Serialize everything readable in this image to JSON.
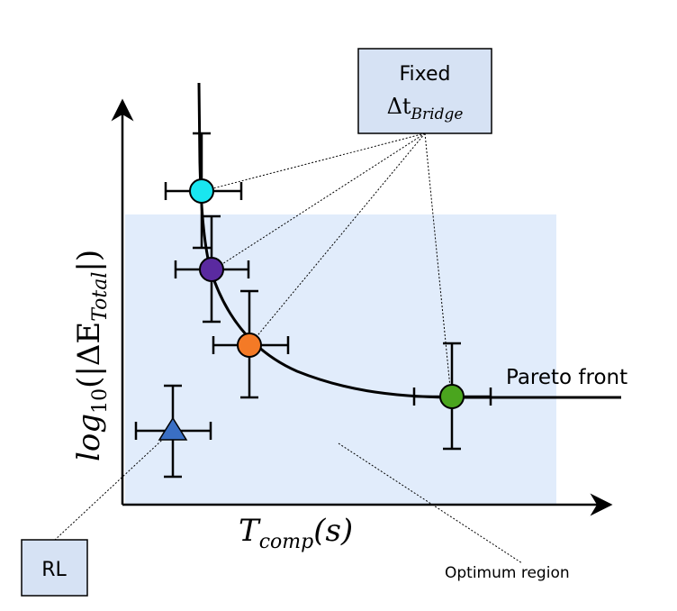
{
  "diagram": {
    "xlabel": {
      "base": "T",
      "sub": "comp",
      "tail": "(s)"
    },
    "ylabel": {
      "prefix": "log",
      "prefix_sub": "10",
      "open": "(|ΔE",
      "sub": "Total",
      "close": "|)"
    },
    "pareto_label": "Pareto front",
    "optimum_label": "Optimum region",
    "callouts": {
      "fixed": {
        "line1": "Fixed",
        "line2_base": "Δt",
        "line2_sub": "Bridge"
      },
      "rl": {
        "label": "RL"
      }
    },
    "points": [
      {
        "id": "cyan",
        "color": "#19e6f0",
        "shape": "circle"
      },
      {
        "id": "purple",
        "color": "#5a2aa0",
        "shape": "circle"
      },
      {
        "id": "orange",
        "color": "#f47a26",
        "shape": "circle"
      },
      {
        "id": "green",
        "color": "#4aa51e",
        "shape": "circle"
      },
      {
        "id": "rl",
        "color": "#3a6fc4",
        "shape": "triangle"
      }
    ],
    "colors": {
      "region_fill": "#e1ecfb",
      "callout_fill": "#d6e2f4",
      "axis": "#000000"
    }
  }
}
